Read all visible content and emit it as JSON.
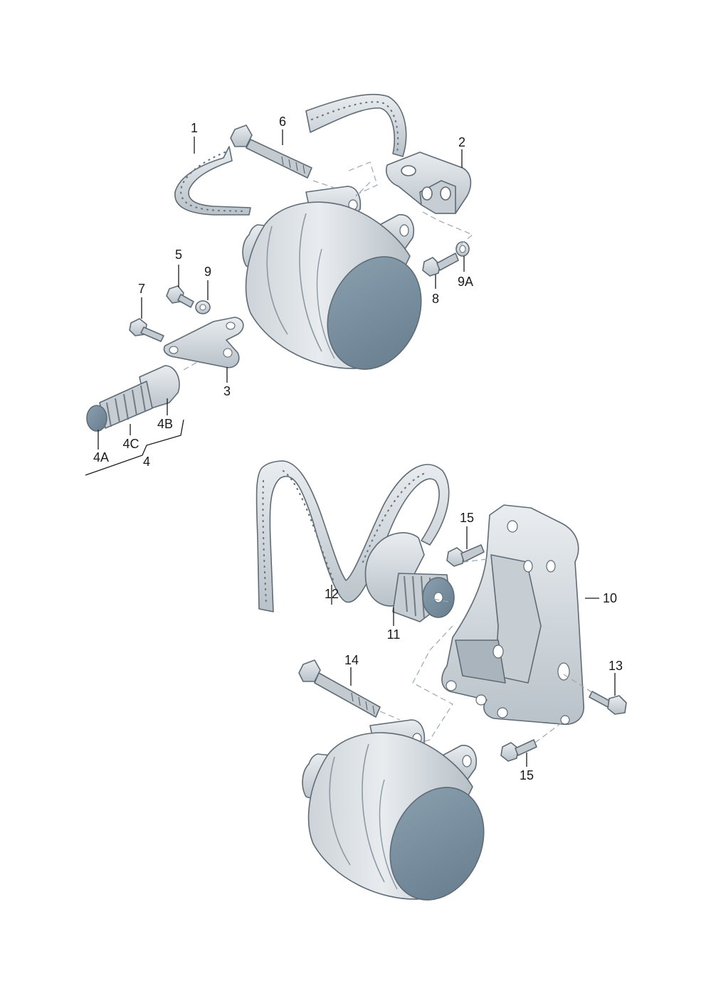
{
  "diagram": {
    "callouts": [
      "1",
      "2",
      "3",
      "4",
      "4A",
      "4B",
      "4C",
      "5",
      "6",
      "7",
      "8",
      "9",
      "9A",
      "10",
      "11",
      "12",
      "13",
      "14",
      "15",
      "15"
    ],
    "colors": {
      "body_light": "#dde2e6",
      "body_mid": "#c8cfd5",
      "body_shadow": "#aab4bc",
      "face": "#7c93a3",
      "face_dark": "#6a8192",
      "outline": "#5f6b75",
      "line": "#1a1a1a"
    }
  }
}
